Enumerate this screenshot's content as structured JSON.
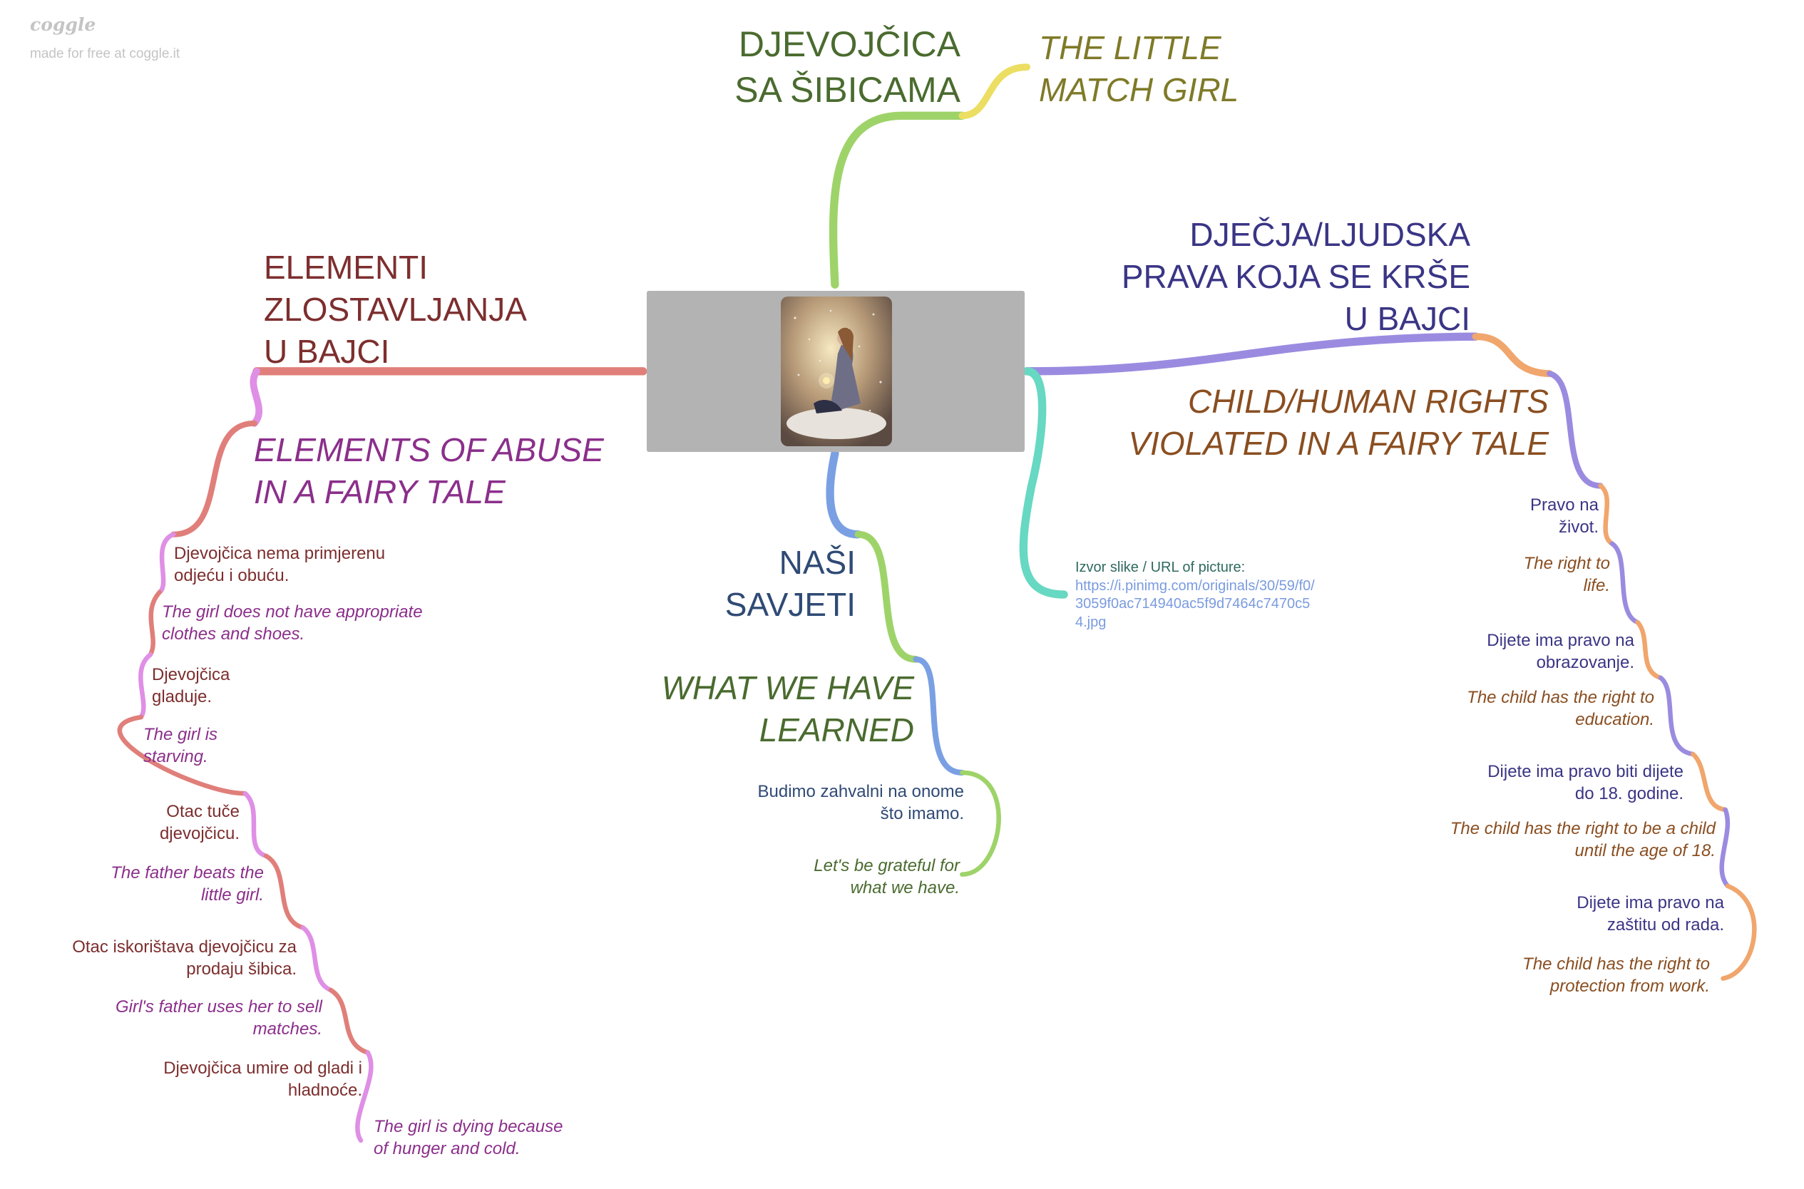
{
  "watermark": {
    "logo": "coggle",
    "text": "made for free at coggle.it"
  },
  "root": {
    "image_description_name": "match-girl-illustration"
  },
  "colors": {
    "green_title": "#4a6b2f",
    "olive": "#7f7a28",
    "maroon": "#7d2e2e",
    "purple_italic": "#8b2f8b",
    "navy": "#3a3585",
    "brown": "#8a4e20",
    "blue_gray": "#2f4a75",
    "teal_text": "#2f6a60",
    "url": "#7a9be0"
  },
  "nodes": {
    "title_hr": [
      "DJEVOJČICA",
      "SA ŠIBICAMA"
    ],
    "title_en": [
      "THE LITTLE",
      "MATCH GIRL"
    ],
    "abuse_hr": [
      "ELEMENTI",
      "ZLOSTAVLJANJA",
      "U BAJCI"
    ],
    "abuse_en": [
      "ELEMENTS OF ABUSE",
      "IN A FAIRY TALE"
    ],
    "rights_hr": [
      "DJEČJA/LJUDSKA",
      "PRAVA KOJA SE KRŠE",
      "U BAJCI"
    ],
    "rights_en": [
      "CHILD/HUMAN RIGHTS",
      "VIOLATED IN A FAIRY TALE"
    ],
    "advice_hr": [
      "NAŠI",
      "SAVJETI"
    ],
    "advice_en": [
      "WHAT WE HAVE",
      "LEARNED"
    ],
    "source": {
      "label": "Izvor slike / URL of picture:",
      "url": [
        "https://i.pinimg.com/originals/30/59/f0/",
        "3059f0ac714940ac5f9d7464c7470c5",
        "4.jpg"
      ]
    },
    "abuse_items": [
      {
        "hr": [
          "Djevojčica nema primjerenu",
          "odjeću i obuću."
        ],
        "en": [
          "The girl does not have appropriate",
          "clothes and shoes."
        ]
      },
      {
        "hr": [
          "Djevojčica",
          "gladuje."
        ],
        "en": [
          "The girl is",
          "starving."
        ]
      },
      {
        "hr": [
          "Otac tuče",
          "djevojčicu."
        ],
        "en": [
          "The father beats the",
          "little girl."
        ]
      },
      {
        "hr": [
          "Otac iskorištava djevojčicu za",
          "prodaju šibica."
        ],
        "en": [
          "Girl's father uses her to sell",
          "matches."
        ]
      },
      {
        "hr": [
          "Djevojčica umire od gladi i",
          "hladnoće."
        ],
        "en": [
          "The girl is dying because",
          "of hunger and cold."
        ]
      }
    ],
    "rights_items": [
      {
        "hr": [
          "Pravo na",
          "život."
        ],
        "en": [
          "The right to",
          "life."
        ]
      },
      {
        "hr": [
          "Dijete ima pravo na",
          "obrazovanje."
        ],
        "en": [
          "The child has the right to",
          "education."
        ]
      },
      {
        "hr": [
          "Dijete ima pravo biti dijete",
          "do 18. godine."
        ],
        "en": [
          "The child has the right to be a child",
          "until the age of 18."
        ]
      },
      {
        "hr": [
          "Dijete ima pravo na",
          "zaštitu od rada."
        ],
        "en": [
          "The child has the right to",
          "protection from work."
        ]
      }
    ],
    "advice_items": [
      {
        "hr": [
          "Budimo zahvalni na onome",
          "što imamo."
        ],
        "en": [
          "Let's be grateful for",
          "what we have."
        ]
      }
    ]
  }
}
